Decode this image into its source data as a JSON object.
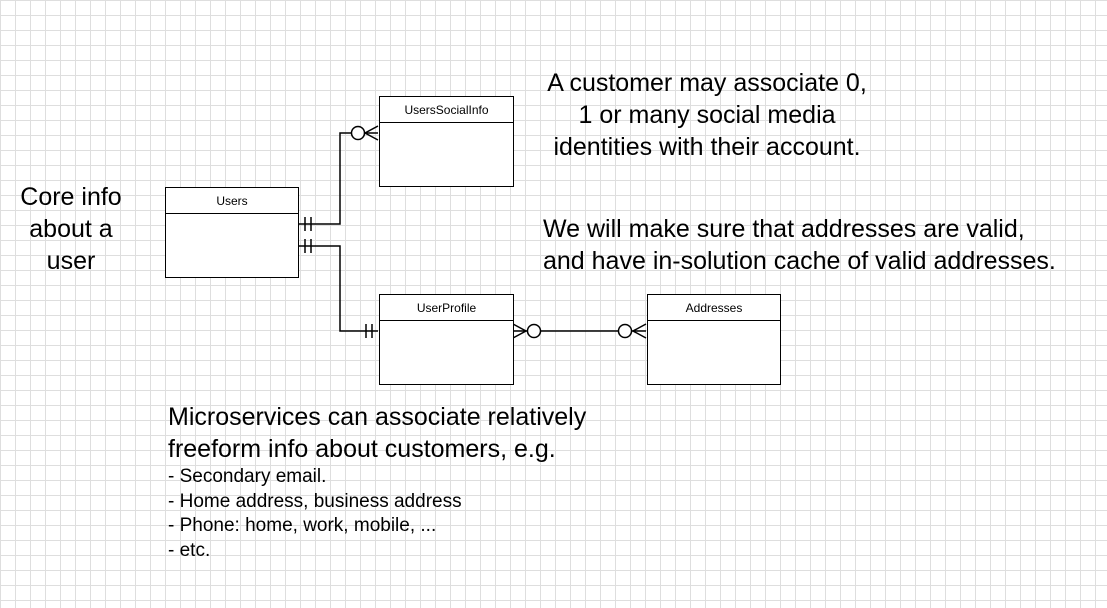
{
  "entities": {
    "users": "Users",
    "users_social_info": "UsersSocialInfo",
    "user_profile": "UserProfile",
    "addresses": "Addresses"
  },
  "notes": {
    "core_info": [
      "Core info",
      "about a",
      "user"
    ],
    "social": [
      "A customer may associate 0,",
      "1 or many social media",
      "identities with their account."
    ],
    "addresses": [
      "We will make sure that addresses are valid,",
      "and have in-solution cache of valid addresses."
    ],
    "microservices": {
      "lines": [
        "Microservices can associate relatively",
        "freeform info about customers, e.g."
      ],
      "bullets": [
        "- Secondary email.",
        "- Home address, business address",
        "- Phone: home, work, mobile, ...",
        "- etc."
      ]
    }
  },
  "relationships": [
    {
      "from": "Users",
      "to": "UsersSocialInfo",
      "from_end": "one-and-only-one",
      "to_end": "zero-or-many"
    },
    {
      "from": "Users",
      "to": "UserProfile",
      "from_end": "one-and-only-one",
      "to_end": "one-and-only-one"
    },
    {
      "from": "UserProfile",
      "to": "Addresses",
      "from_end": "zero-or-many",
      "to_end": "zero-or-many"
    }
  ]
}
